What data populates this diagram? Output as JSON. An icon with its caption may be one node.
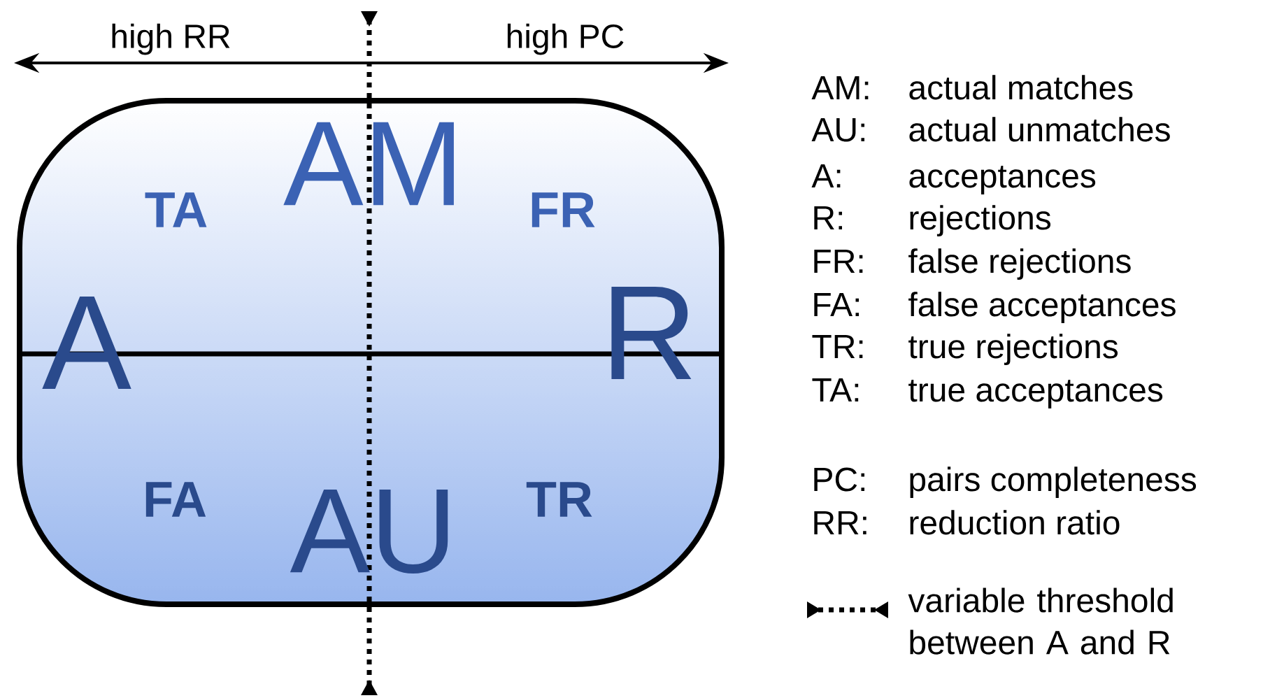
{
  "diagram": {
    "labels": [
      "high RR",
      "high PC",
      "AM",
      "TA",
      "FR",
      "A",
      "R",
      "FA",
      "AU",
      "TR",
      "AM:",
      "actual matches",
      "AU:",
      "actual unmatches",
      "A:",
      "acceptances",
      "R:",
      "rejections",
      "FR:",
      "false rejections",
      "FA:",
      "false acceptances",
      "TR:",
      "true rejections",
      "TA:",
      "true acceptances",
      "PC:",
      "pairs completeness",
      "RR:",
      "reduction ratio"
    ],
    "legend": [
      {
        "text": "variable threshold between A and R"
      }
    ]
  }
}
